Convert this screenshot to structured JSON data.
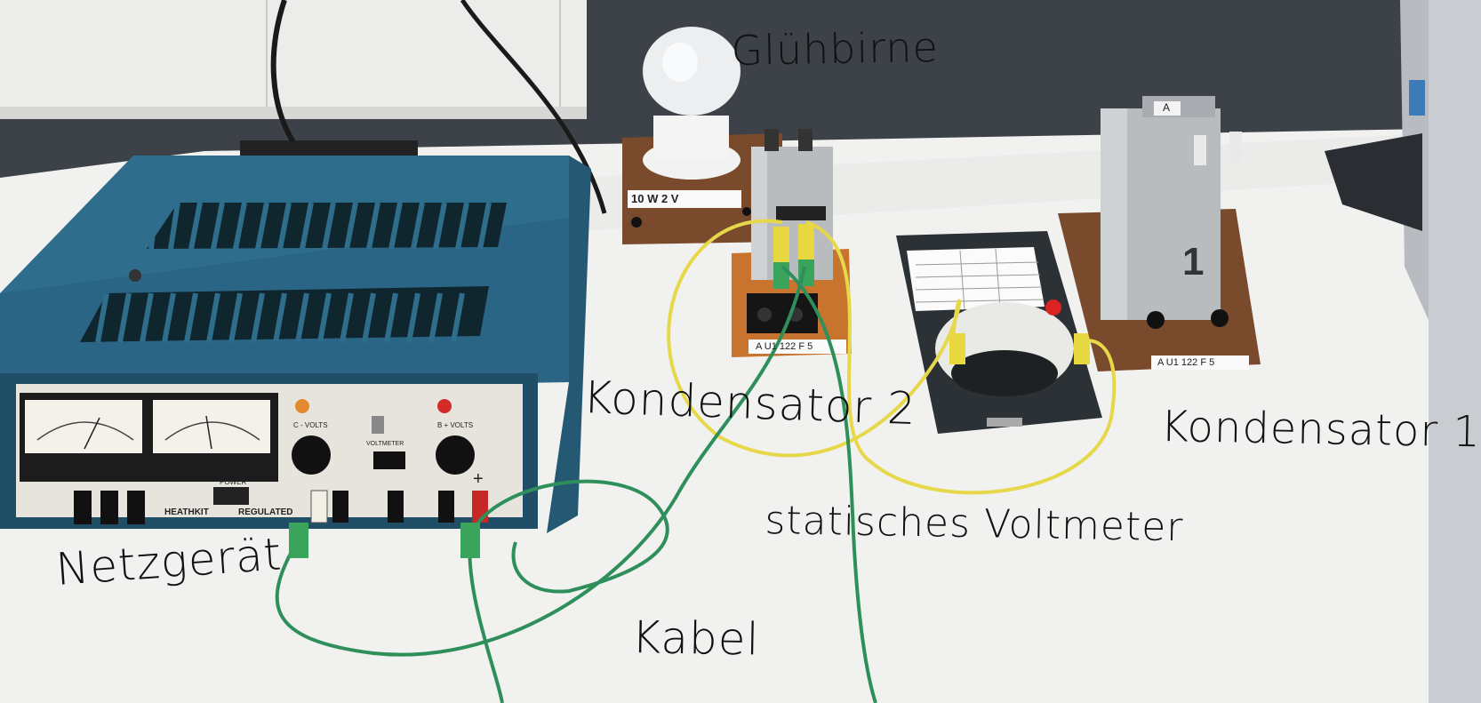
{
  "annotations": {
    "bulb": "Glühbirne",
    "capacitor2": "Kondensator 2",
    "capacitor1": "Kondensator 1",
    "voltmeter": "statisches Voltmeter",
    "power_supply": "Netzgerät",
    "cable": "Kabel"
  },
  "device_labels": {
    "bulb_rating": "10 W 2 V",
    "cap2_plate": "A U1 122   F 5",
    "cap1_plate": "A U1 122   F 5",
    "cap1_number": "1",
    "cap1_tag": "A",
    "psu_brand": "HEATHKIT",
    "psu_regulated": "REGULATED",
    "psu_c_volts": "C - VOLTS",
    "psu_b_volts": "B + VOLTS",
    "psu_power": "POWER",
    "psu_voltmeter": "VOLTMETER",
    "psu_plus": "+"
  },
  "colors": {
    "table": "#f1f1f0",
    "floor": "#3d4249",
    "cabinet": "#ececea",
    "psu_blue": "#2f6d8d",
    "psu_panel": "#e6e4dc",
    "wood": "#7a4a2c",
    "cable_yellow": "#e6d84a",
    "cable_green": "#2e8f5b",
    "capacitor_silver": "#b9bcbf",
    "voltmeter_case": "#2c3135"
  }
}
